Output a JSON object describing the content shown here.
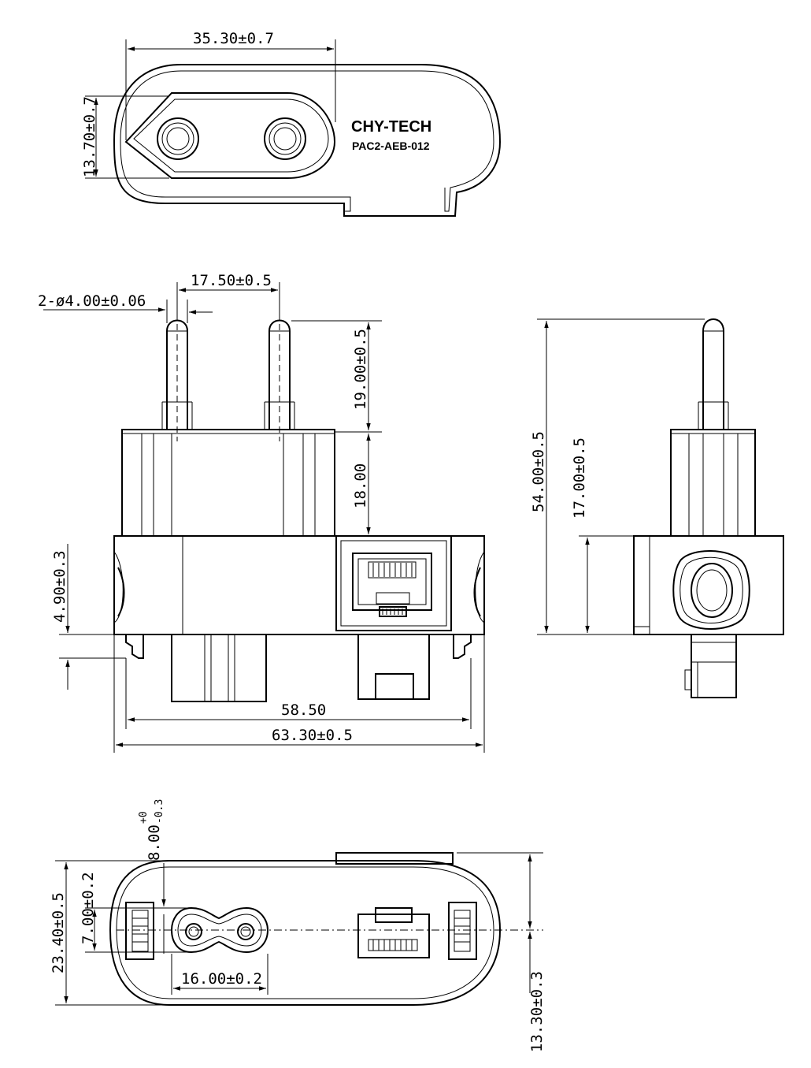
{
  "top_view": {
    "brand": "CHY-TECH",
    "model": "PAC2-AEB-012",
    "dim_width": "35.30±0.7",
    "dim_height": "13.70±0.7"
  },
  "front_view": {
    "pin_diameter": "2-ø4.00±0.06",
    "pin_spacing": "17.50±0.5",
    "pin_length": "19.00±0.5",
    "body_height": "18.00",
    "base_height": "4.90±0.3",
    "inner_width": "58.50",
    "outer_width": "63.30±0.5"
  },
  "side_view": {
    "total_height": "54.00±0.5",
    "body_height": "17.00±0.5"
  },
  "bottom_view": {
    "depth_tol": "8.00",
    "tol_upper": "+0",
    "tol_lower": "-0.3",
    "total_depth": "23.40±0.5",
    "socket_height": "7.00±0.2",
    "socket_width": "16.00±0.2",
    "offset": "13.30±0.3"
  }
}
